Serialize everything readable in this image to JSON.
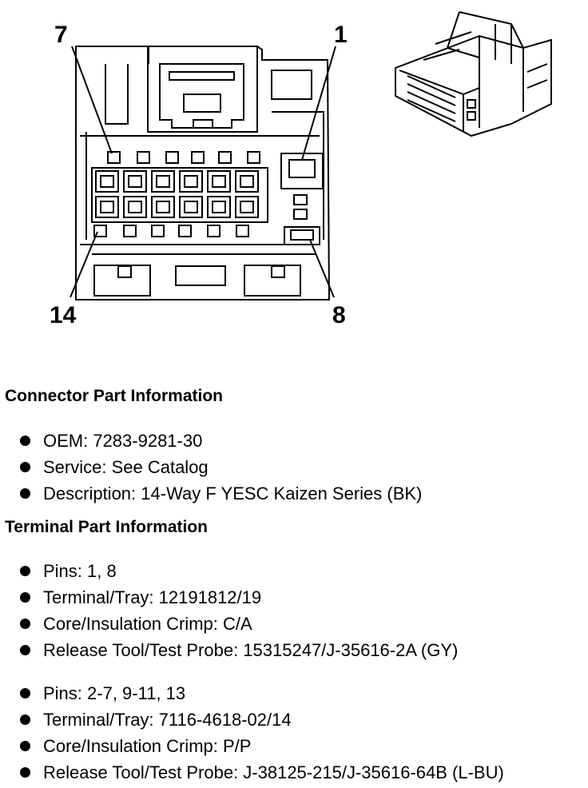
{
  "diagram": {
    "labels": [
      "7",
      "1",
      "14",
      "8"
    ]
  },
  "connector_info": {
    "title": "Connector Part Information",
    "items": [
      "OEM: 7283-9281-30",
      "Service: See Catalog",
      "Description: 14-Way F YESC Kaizen Series (BK)"
    ]
  },
  "terminal_info": {
    "title": "Terminal Part Information",
    "groups": [
      {
        "items": [
          "Pins: 1, 8",
          "Terminal/Tray: 12191812/19",
          "Core/Insulation Crimp: C/A",
          "Release Tool/Test Probe: 15315247/J-35616-2A (GY)"
        ]
      },
      {
        "items": [
          "Pins: 2-7, 9-11, 13",
          "Terminal/Tray: 7116-4618-02/14",
          "Core/Insulation Crimp: P/P",
          "Release Tool/Test Probe: J-38125-215/J-35616-64B (L-BU)"
        ]
      }
    ]
  }
}
